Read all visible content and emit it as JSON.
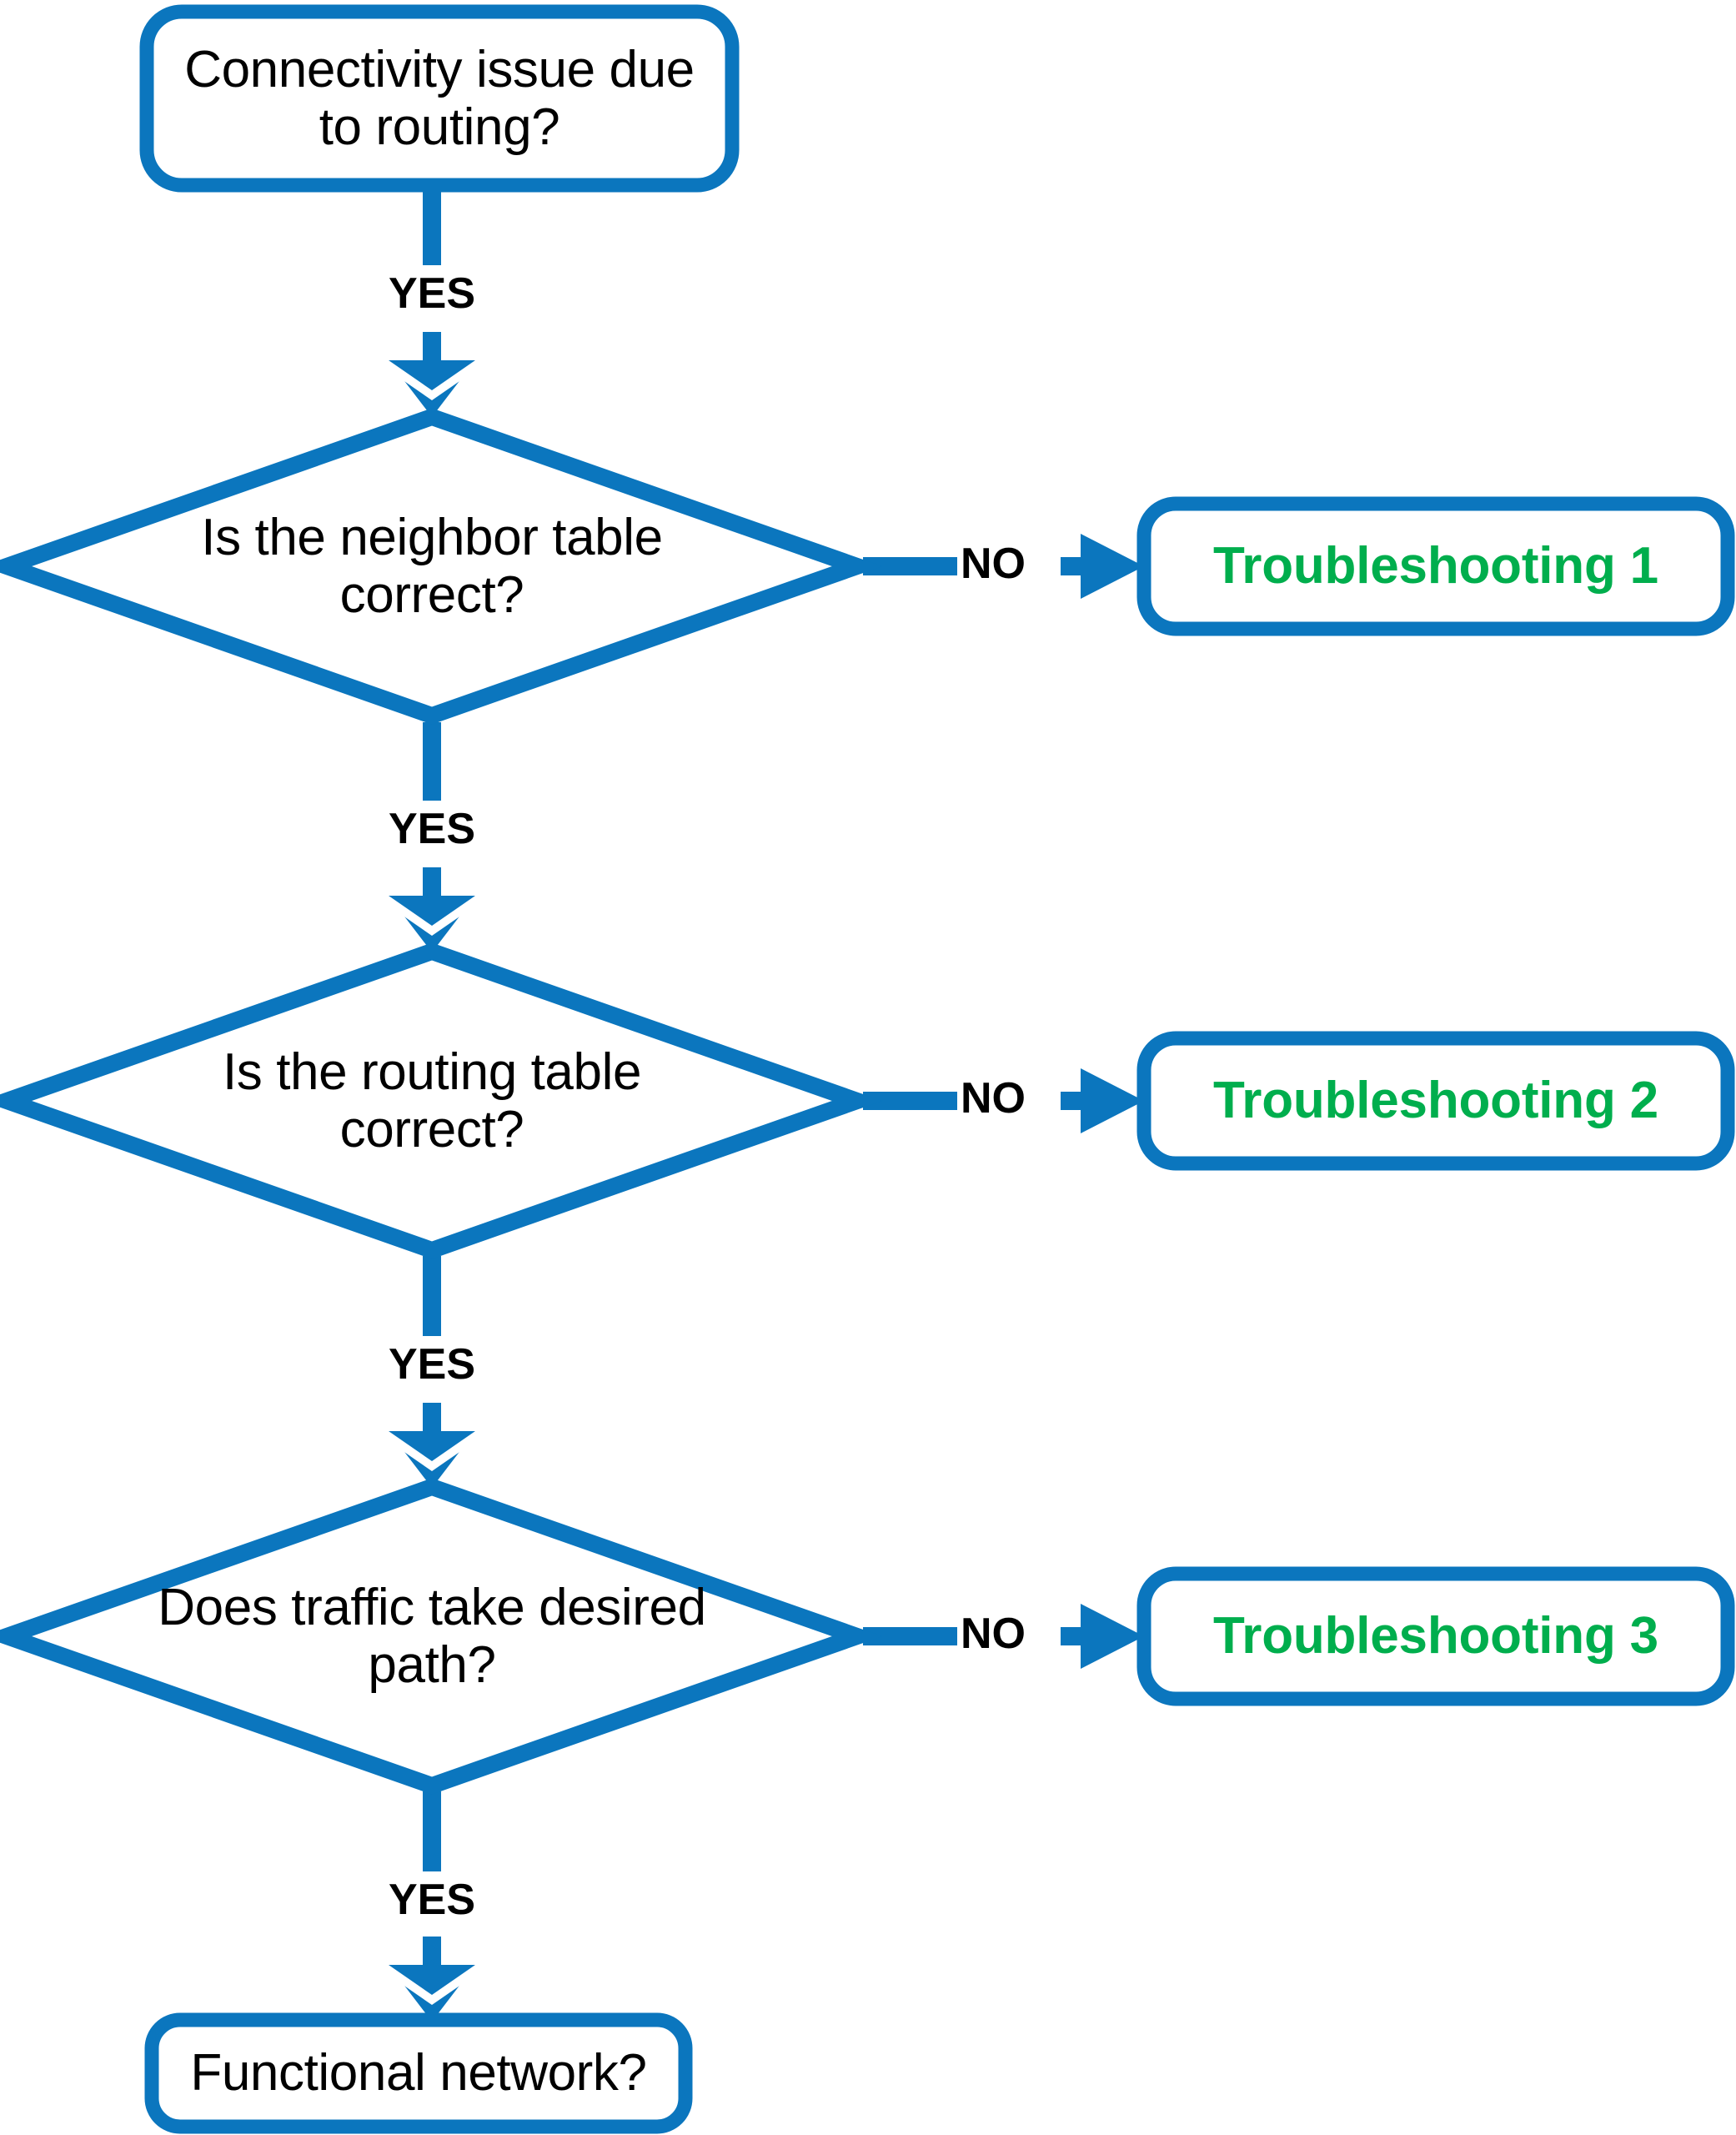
{
  "diagram": {
    "title": "Routing connectivity troubleshooting flowchart",
    "colors": {
      "stroke_blue": "#0B76BE",
      "action_green": "#00AE4D",
      "text_black": "#000000",
      "background": "#FFFFFF"
    }
  },
  "nodes": {
    "start": {
      "id": "start",
      "shape": "rounded-rectangle",
      "label": "Connectivity issue due\nto routing?"
    },
    "decision_neighbor": {
      "id": "decision_neighbor",
      "shape": "diamond",
      "label": "Is the neighbor table\ncorrect?"
    },
    "decision_routing": {
      "id": "decision_routing",
      "shape": "diamond",
      "label": "Is the routing table\ncorrect?"
    },
    "decision_path": {
      "id": "decision_path",
      "shape": "diamond",
      "label": "Does traffic take desired\npath?"
    },
    "troubleshooting_1": {
      "id": "troubleshooting_1",
      "shape": "rounded-rectangle",
      "label": "Troubleshooting 1"
    },
    "troubleshooting_2": {
      "id": "troubleshooting_2",
      "shape": "rounded-rectangle",
      "label": "Troubleshooting 2"
    },
    "troubleshooting_3": {
      "id": "troubleshooting_3",
      "shape": "rounded-rectangle",
      "label": "Troubleshooting 3"
    },
    "end": {
      "id": "end",
      "shape": "rounded-rectangle",
      "label": "Functional network?"
    }
  },
  "edges": {
    "start_to_neighbor": {
      "label": "YES",
      "from": "start",
      "to": "decision_neighbor",
      "direction": "down"
    },
    "neighbor_to_ts1": {
      "label": "NO",
      "from": "decision_neighbor",
      "to": "troubleshooting_1",
      "direction": "right"
    },
    "neighbor_to_routing": {
      "label": "YES",
      "from": "decision_neighbor",
      "to": "decision_routing",
      "direction": "down"
    },
    "routing_to_ts2": {
      "label": "NO",
      "from": "decision_routing",
      "to": "troubleshooting_2",
      "direction": "right"
    },
    "routing_to_path": {
      "label": "YES",
      "from": "decision_routing",
      "to": "decision_path",
      "direction": "down"
    },
    "path_to_ts3": {
      "label": "NO",
      "from": "decision_path",
      "to": "troubleshooting_3",
      "direction": "right"
    },
    "path_to_end": {
      "label": "YES",
      "from": "decision_path",
      "to": "end",
      "direction": "down"
    }
  }
}
